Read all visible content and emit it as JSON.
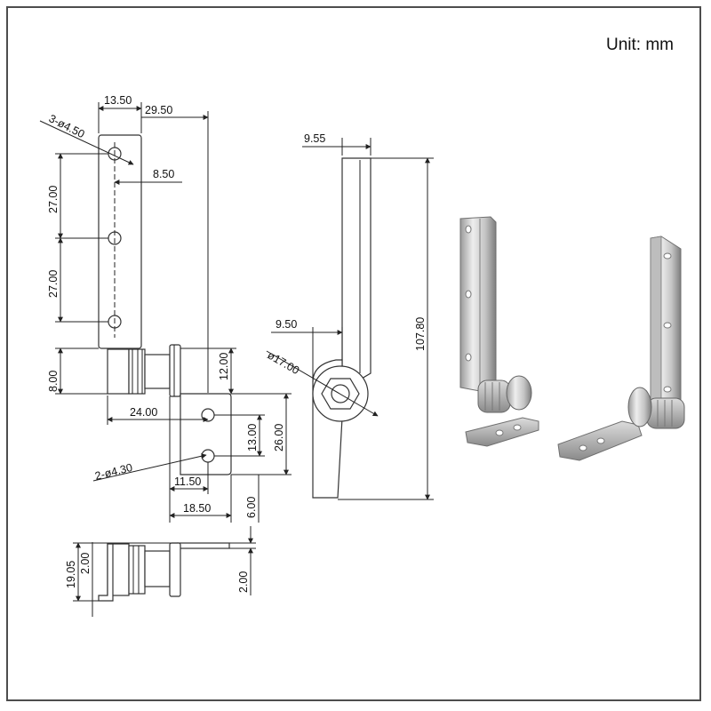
{
  "unit_label": "Unit:  mm",
  "dimensions": {
    "top_plate_width": "13.50",
    "overall_width": "29.50",
    "top_holes_callout": "3-ø4.50",
    "hole_offset": "8.50",
    "hole_pitch_upper": "27.00",
    "hole_pitch_lower": "27.00",
    "bottom_offset": "8.00",
    "hub_height": "12.00",
    "lower_offset": "24.00",
    "lower_hole_pitch": "13.00",
    "lower_plate_height": "26.00",
    "lower_holes_callout": "2-ø4.30",
    "lower_hole_x": "11.50",
    "lower_plate_width": "18.50",
    "lower_edge": "6.00",
    "side_depth": "9.55",
    "side_offset": "9.50",
    "hub_diameter": "ø17.00",
    "overall_height": "107.80",
    "bottom_height": "19.05",
    "bottom_plate_thickness": "2.00",
    "bottom_right_thickness": "2.00"
  },
  "colors": {
    "line": "#222222",
    "metal_light": "#e2e2e2",
    "metal_dark": "#8c8c8c",
    "border": "#4d4d4d"
  }
}
